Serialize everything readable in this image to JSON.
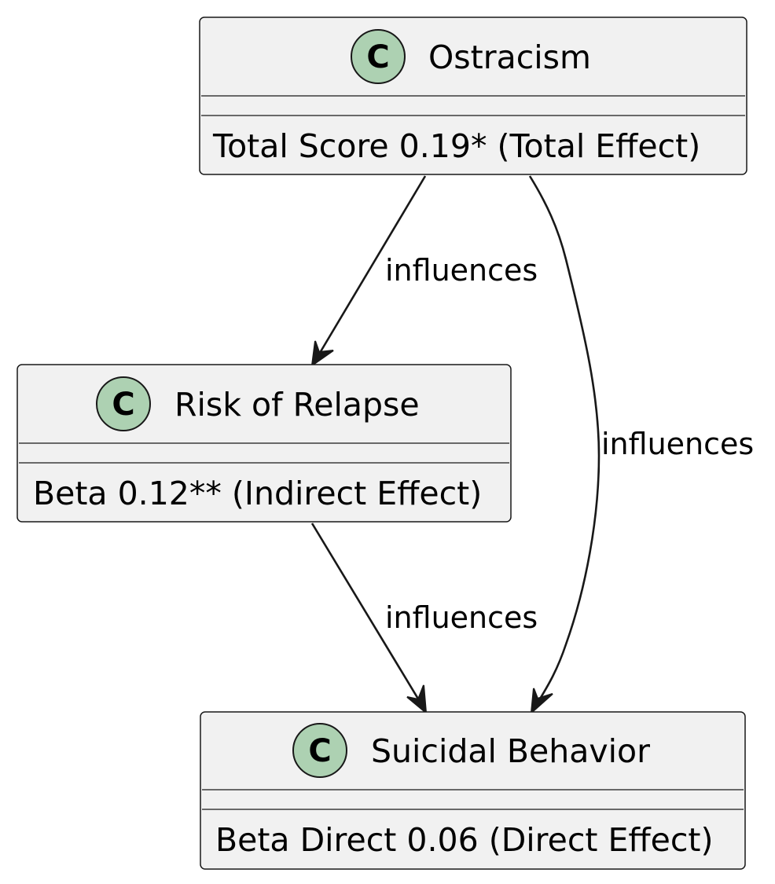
{
  "diagram": {
    "type": "uml-class-diagram",
    "class_icon_letter": "C",
    "colors": {
      "box_fill": "#f1f1f1",
      "box_stroke": "#181818",
      "class_icon_fill": "#add1b2",
      "edge": "#181818"
    },
    "classes": [
      {
        "id": "ostracism",
        "name": "Ostracism",
        "field": "Total Score 0.19* (Total Effect)"
      },
      {
        "id": "relapse",
        "name": "Risk of Relapse",
        "field": "Beta 0.12** (Indirect Effect)"
      },
      {
        "id": "suicidal",
        "name": "Suicidal Behavior",
        "field": "Beta Direct 0.06 (Direct Effect)"
      }
    ],
    "edges": [
      {
        "from": "Ostracism",
        "to": "Risk of Relapse",
        "label": "influences"
      },
      {
        "from": "Ostracism",
        "to": "Suicidal Behavior",
        "label": "influences"
      },
      {
        "from": "Risk of Relapse",
        "to": "Suicidal Behavior",
        "label": "influences"
      }
    ]
  }
}
